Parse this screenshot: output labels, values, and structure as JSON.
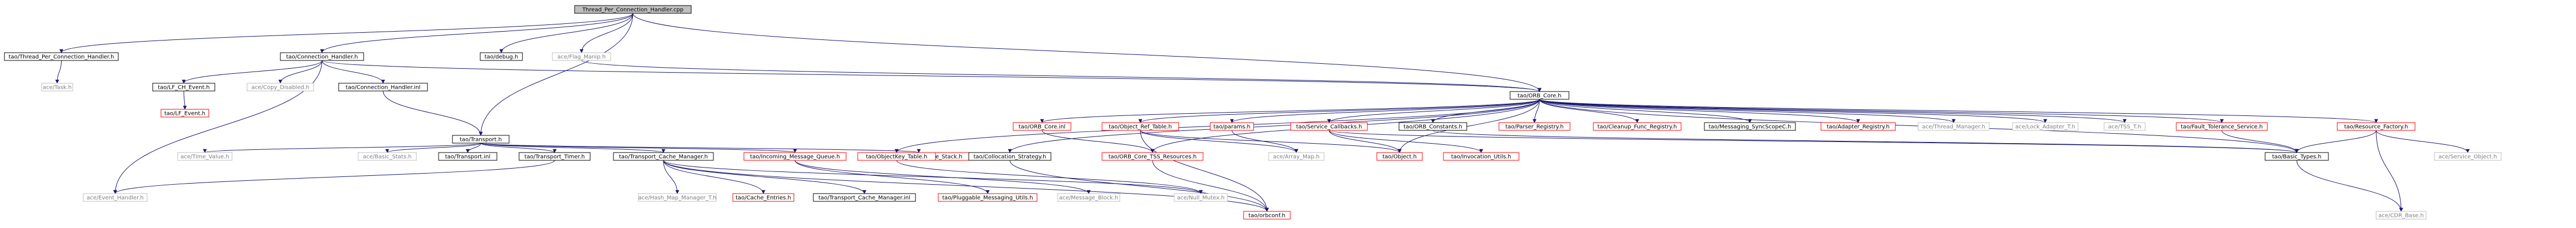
{
  "graph": {
    "colors": {
      "edge": "#191970",
      "edge_gray": "#7f7f7f",
      "root_fill": "#bfbfbf",
      "root_text": "#000000",
      "black_border": "#000000",
      "red_border": "#ff0000",
      "gray_border": "#bfbfbf",
      "text": "#000000",
      "gray_text": "#7f7f7f"
    },
    "nodes": [
      {
        "id": "root",
        "label": "Thread_Per_Connection_Handler.cpp",
        "style": "root"
      },
      {
        "id": "tpch_h",
        "label": "tao/Thread_Per_Connection_Handler.h",
        "style": "black"
      },
      {
        "id": "conn_handler_h",
        "label": "tao/Connection_Handler.h",
        "style": "black"
      },
      {
        "id": "debug_h",
        "label": "tao/debug.h",
        "style": "black"
      },
      {
        "id": "flag_manip",
        "label": "ace/Flag_Manip.h",
        "style": "gray"
      },
      {
        "id": "ace_task",
        "label": "ace/Task.h",
        "style": "gray"
      },
      {
        "id": "lf_ch_event",
        "label": "tao/LF_CH_Event.h",
        "style": "black"
      },
      {
        "id": "copy_disabled",
        "label": "ace/Copy_Disabled.h",
        "style": "gray"
      },
      {
        "id": "conn_handler_inl",
        "label": "tao/Connection_Handler.inl",
        "style": "black"
      },
      {
        "id": "lf_event",
        "label": "tao/LF_Event.h",
        "style": "red"
      },
      {
        "id": "orb_core",
        "label": "tao/ORB_Core.h",
        "style": "black"
      },
      {
        "id": "transport",
        "label": "tao/Transport.h",
        "style": "black"
      },
      {
        "id": "orb_core_inl",
        "label": "tao/ORB_Core.inl",
        "style": "red"
      },
      {
        "id": "obj_ref_table",
        "label": "tao/Object_Ref_Table.h",
        "style": "red"
      },
      {
        "id": "params",
        "label": "tao/params.h",
        "style": "red"
      },
      {
        "id": "service_callbacks",
        "label": "tao/Service_Callbacks.h",
        "style": "red"
      },
      {
        "id": "orb_constants",
        "label": "tao/ORB_Constants.h",
        "style": "black"
      },
      {
        "id": "parser_registry",
        "label": "tao/Parser_Registry.h",
        "style": "red"
      },
      {
        "id": "cleanup_func",
        "label": "tao/Cleanup_Func_Registry.h",
        "style": "red"
      },
      {
        "id": "messaging_sync",
        "label": "tao/Messaging_SyncScopeC.h",
        "style": "black"
      },
      {
        "id": "adapter_registry",
        "label": "tao/Adapter_Registry.h",
        "style": "red"
      },
      {
        "id": "thread_manager",
        "label": "ace/Thread_Manager.h",
        "style": "gray"
      },
      {
        "id": "lock_adapter",
        "label": "ace/Lock_Adapter_T.h",
        "style": "gray"
      },
      {
        "id": "tss_t",
        "label": "ace/TSS_T.h",
        "style": "gray"
      },
      {
        "id": "fault_tolerance",
        "label": "tao/Fault_Tolerance_Service.h",
        "style": "red"
      },
      {
        "id": "resource_factory",
        "label": "tao/Resource_Factory.h",
        "style": "red"
      },
      {
        "id": "time_value",
        "label": "ace/Time_Value.h",
        "style": "gray"
      },
      {
        "id": "basic_stats",
        "label": "ace/Basic_Stats.h",
        "style": "gray"
      },
      {
        "id": "transport_inl",
        "label": "tao/Transport.inl",
        "style": "black"
      },
      {
        "id": "transport_timer",
        "label": "tao/Transport_Timer.h",
        "style": "black"
      },
      {
        "id": "transport_cache_mgr",
        "label": "tao/Transport_Cache_Manager.h",
        "style": "black"
      },
      {
        "id": "incoming_queue",
        "label": "tao/Incoming_Message_Queue.h",
        "style": "red"
      },
      {
        "id": "incoming_stack",
        "label": "tao/Incoming_Message_Stack.h",
        "style": "red"
      },
      {
        "id": "objectkey_table",
        "label": "tao/ObjectKey_Table.h",
        "style": "red"
      },
      {
        "id": "collocation_strategy",
        "label": "tao/Collocation_Strategy.h",
        "style": "black"
      },
      {
        "id": "orb_core_tss",
        "label": "tao/ORB_Core_TSS_Resources.h",
        "style": "red"
      },
      {
        "id": "array_map",
        "label": "ace/Array_Map.h",
        "style": "gray"
      },
      {
        "id": "tao_object",
        "label": "tao/Object.h",
        "style": "red"
      },
      {
        "id": "invocation_utils",
        "label": "tao/Invocation_Utils.h",
        "style": "red"
      },
      {
        "id": "basic_types",
        "label": "tao/Basic_Types.h",
        "style": "black"
      },
      {
        "id": "service_object",
        "label": "ace/Service_Object.h",
        "style": "gray"
      },
      {
        "id": "event_handler",
        "label": "ace/Event_Handler.h",
        "style": "gray"
      },
      {
        "id": "hash_map",
        "label": "ace/Hash_Map_Manager_T.h",
        "style": "gray"
      },
      {
        "id": "cache_entries",
        "label": "tao/Cache_Entries.h",
        "style": "red"
      },
      {
        "id": "transport_cache_inl",
        "label": "tao/Transport_Cache_Manager.inl",
        "style": "black"
      },
      {
        "id": "pluggable_utils",
        "label": "tao/Pluggable_Messaging_Utils.h",
        "style": "red"
      },
      {
        "id": "message_block",
        "label": "ace/Message_Block.h",
        "style": "gray"
      },
      {
        "id": "null_mutex",
        "label": "ace/Null_Mutex.h",
        "style": "gray"
      },
      {
        "id": "orbconf",
        "label": "tao/orbconf.h",
        "style": "red"
      },
      {
        "id": "cdr_base",
        "label": "ace/CDR_Base.h",
        "style": "gray"
      }
    ],
    "edges": [
      [
        "root",
        "tpch_h"
      ],
      [
        "root",
        "conn_handler_h"
      ],
      [
        "root",
        "debug_h"
      ],
      [
        "root",
        "flag_manip"
      ],
      [
        "root",
        "transport"
      ],
      [
        "root",
        "orb_core"
      ],
      [
        "tpch_h",
        "ace_task"
      ],
      [
        "conn_handler_h",
        "lf_ch_event"
      ],
      [
        "conn_handler_h",
        "copy_disabled"
      ],
      [
        "conn_handler_h",
        "conn_handler_inl"
      ],
      [
        "conn_handler_h",
        "event_handler"
      ],
      [
        "conn_handler_h",
        "orb_core"
      ],
      [
        "lf_ch_event",
        "lf_event"
      ],
      [
        "conn_handler_inl",
        "transport"
      ],
      [
        "transport",
        "time_value"
      ],
      [
        "transport",
        "basic_stats"
      ],
      [
        "transport",
        "transport_inl"
      ],
      [
        "transport",
        "transport_timer"
      ],
      [
        "transport",
        "transport_cache_mgr"
      ],
      [
        "transport",
        "incoming_queue"
      ],
      [
        "transport",
        "incoming_stack"
      ],
      [
        "transport_timer",
        "event_handler"
      ],
      [
        "transport_cache_mgr",
        "hash_map"
      ],
      [
        "transport_cache_mgr",
        "cache_entries"
      ],
      [
        "transport_cache_mgr",
        "transport_cache_inl"
      ],
      [
        "transport_cache_mgr",
        "null_mutex"
      ],
      [
        "transport_cache_mgr",
        "orbconf"
      ],
      [
        "incoming_queue",
        "pluggable_utils"
      ],
      [
        "incoming_queue",
        "message_block"
      ],
      [
        "orb_core",
        "orb_core_inl"
      ],
      [
        "orb_core",
        "obj_ref_table"
      ],
      [
        "orb_core",
        "params"
      ],
      [
        "orb_core",
        "service_callbacks"
      ],
      [
        "orb_core",
        "orb_constants"
      ],
      [
        "orb_core",
        "parser_registry"
      ],
      [
        "orb_core",
        "cleanup_func"
      ],
      [
        "orb_core",
        "messaging_sync"
      ],
      [
        "orb_core",
        "adapter_registry"
      ],
      [
        "orb_core",
        "thread_manager"
      ],
      [
        "orb_core",
        "lock_adapter"
      ],
      [
        "orb_core",
        "tss_t"
      ],
      [
        "orb_core",
        "fault_tolerance"
      ],
      [
        "orb_core",
        "resource_factory"
      ],
      [
        "orb_core",
        "objectkey_table"
      ],
      [
        "orb_core",
        "collocation_strategy"
      ],
      [
        "orb_core",
        "orb_core_tss"
      ],
      [
        "orb_core",
        "tao_object"
      ],
      [
        "orb_core",
        "basic_types"
      ],
      [
        "orb_core_inl",
        "orb_core_tss"
      ],
      [
        "obj_ref_table",
        "array_map"
      ],
      [
        "obj_ref_table",
        "tao_object"
      ],
      [
        "obj_ref_table",
        "orbconf"
      ],
      [
        "params",
        "array_map"
      ],
      [
        "service_callbacks",
        "tao_object"
      ],
      [
        "service_callbacks",
        "invocation_utils"
      ],
      [
        "service_callbacks",
        "basic_types"
      ],
      [
        "orb_constants",
        "basic_types"
      ],
      [
        "resource_factory",
        "basic_types"
      ],
      [
        "resource_factory",
        "service_object"
      ],
      [
        "resource_factory",
        "cdr_base"
      ],
      [
        "fault_tolerance",
        "basic_types"
      ],
      [
        "objectkey_table",
        "null_mutex"
      ],
      [
        "collocation_strategy",
        "orbconf"
      ],
      [
        "orb_core_tss",
        "orbconf"
      ],
      [
        "basic_types",
        "cdr_base"
      ],
      [
        "flag_manip",
        "orb_core"
      ]
    ]
  }
}
